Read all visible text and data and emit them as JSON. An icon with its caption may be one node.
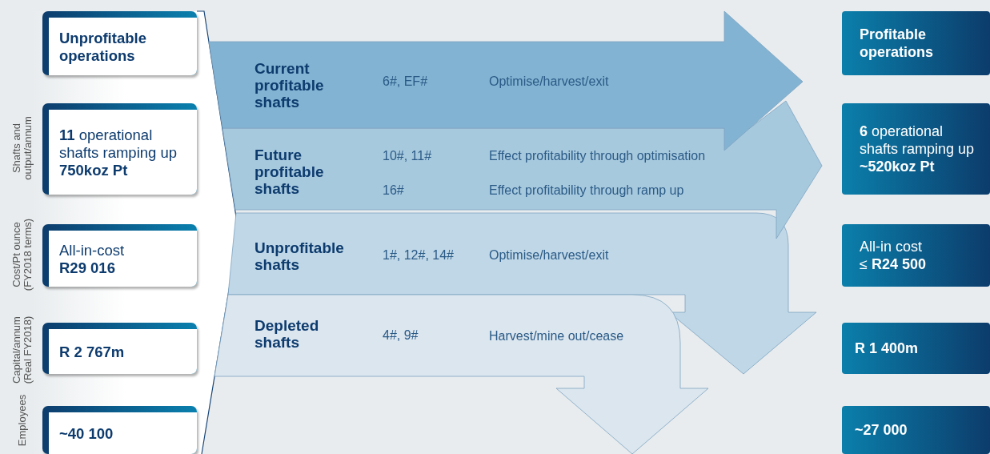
{
  "diagram": {
    "nodes": [
      {
        "text": [
          "Unprofitable operations"
        ]
      },
      {
        "text": [
          "**11** operational shafts ramping up **750koz Pt**"
        ]
      },
      {
        "text": [
          "All-in-cost",
          "R29 016"
        ]
      },
      {
        "text": [
          "R 2 767m"
        ]
      },
      {
        "text": [
          "~40 100"
        ]
      },
      {
        "text": [
          "Profitable operations"
        ]
      },
      {
        "text": [
          "**6** operational shafts ramping up **~520koz Pt**"
        ]
      },
      {
        "text": [
          "All-in cost",
          "≤ **R24 500**"
        ]
      },
      {
        "text": [
          "R 1 400m"
        ]
      },
      {
        "text": [
          "~27 000"
        ]
      },
      {
        "text": [
          "Current profitable shafts",
          "6#, EF#",
          "Optimise/harvest/exit"
        ]
      },
      {
        "text": [
          "Future profitable shafts",
          "10#, 11#",
          "Effect profitability through optimisation",
          "16#",
          "Effect profitability through ramp up"
        ]
      },
      {
        "text": [
          "Unprofitable shafts",
          "1#, 12#, 14#",
          "Optimise/harvest/exit"
        ]
      },
      {
        "text": [
          "Depleted shafts",
          "4#, 9#",
          "Harvest/mine out/cease"
        ]
      }
    ],
    "labels": [
      "Shafts and output/annum",
      "Cost/Pt ounce (FY2018 terms)",
      "Capital/annum (Real FY2018)",
      "Employees"
    ]
  }
}
